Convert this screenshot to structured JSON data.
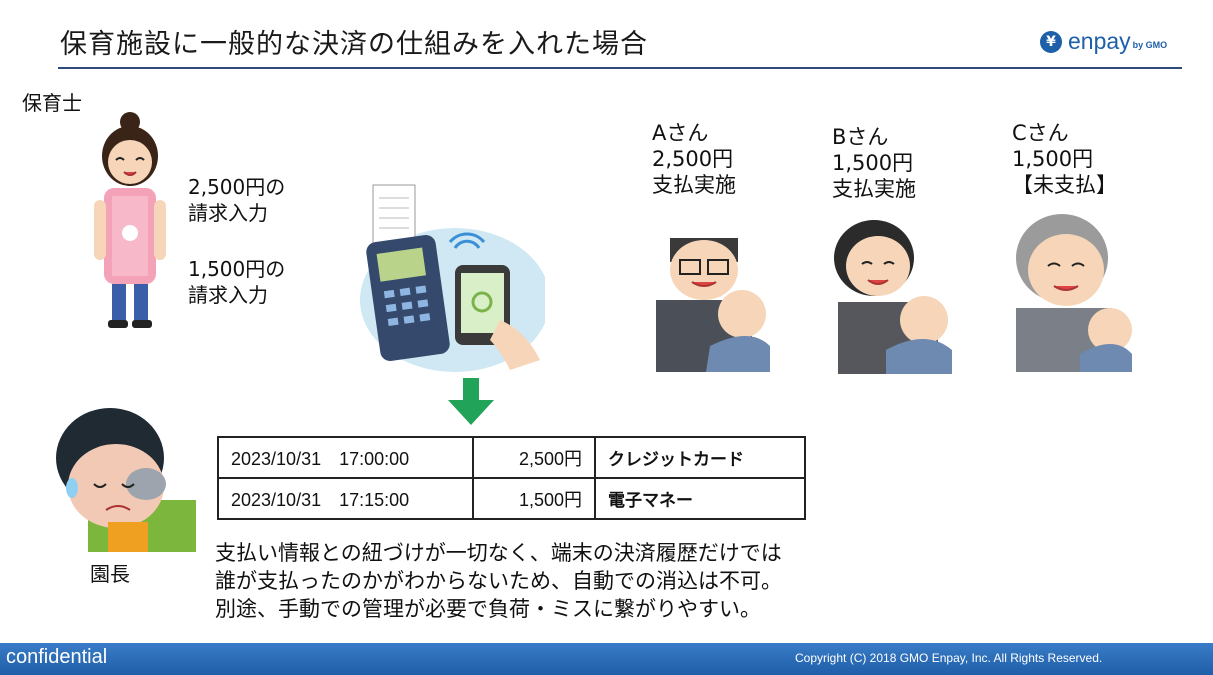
{
  "slide": {
    "title": "保育施設に一般的な決済の仕組みを入れた場合",
    "logo": {
      "brand": "enpay",
      "byline": "by GMO",
      "mark": "¥"
    }
  },
  "teacher": {
    "label": "保育士",
    "billing1": [
      "2,500円の",
      "請求入力"
    ],
    "billing2": [
      "1,500円の",
      "請求入力"
    ]
  },
  "parents": [
    {
      "name": "Aさん",
      "amount": "2,500円",
      "status": "支払実施"
    },
    {
      "name": "Bさん",
      "amount": "1,500円",
      "status": "支払実施"
    },
    {
      "name": "Cさん",
      "amount": "1,500円",
      "status": "【未支払】"
    }
  ],
  "transactions": [
    {
      "datetime": "2023/10/31　17:00:00",
      "amount": "2,500円",
      "method": "クレジットカード"
    },
    {
      "datetime": "2023/10/31　17:15:00",
      "amount": "1,500円",
      "method": "電子マネー"
    }
  ],
  "director": {
    "label": "園長"
  },
  "description": [
    "支払い情報との紐づけが一切なく、端末の決済履歴だけでは",
    "誰が支払ったのかがわからないため、自動での消込は不可。",
    "別途、手動での管理が必要で負荷・ミスに繋がりやすい。"
  ],
  "footer": {
    "confidential": "confidential",
    "copyright": "Copyright (C) 2018 GMO Enpay, Inc. All Rights Reserved."
  },
  "colors": {
    "accent": "#1d5fa8",
    "arrow": "#22a35a",
    "footer": "#2a6bb8"
  }
}
